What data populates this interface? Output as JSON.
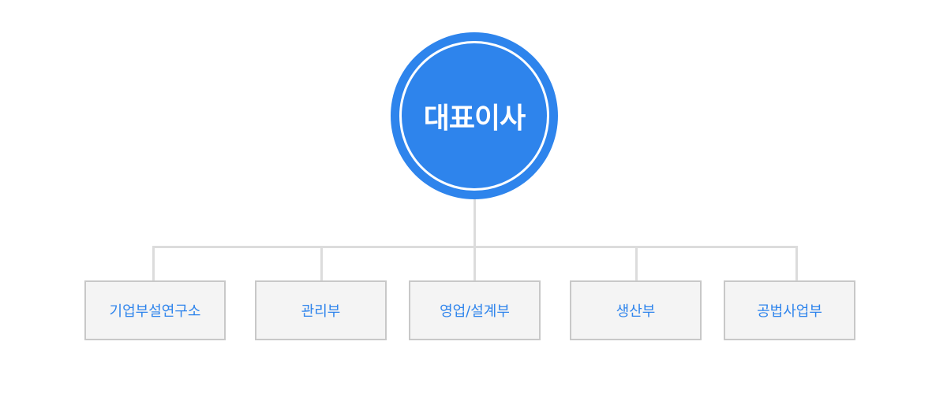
{
  "root": {
    "label": "대표이사"
  },
  "departments": [
    {
      "label": "기업부설연구소"
    },
    {
      "label": "관리부"
    },
    {
      "label": "영업/설계부"
    },
    {
      "label": "생산부"
    },
    {
      "label": "공법사업부"
    }
  ],
  "colors": {
    "accent": "#2e84ec",
    "line": "#dcdcdc",
    "box_bg": "#f4f4f4",
    "box_border": "#c8c8c8"
  }
}
